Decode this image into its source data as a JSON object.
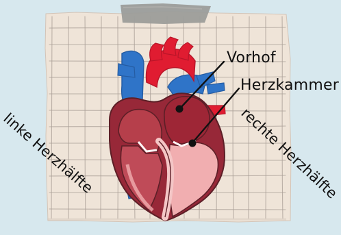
{
  "diagram": {
    "labels": {
      "atrium": "Vorhof",
      "ventricle": "Herzkammer",
      "left_half": "linke Herzhälfte",
      "right_half": "rechte Herzhälfte"
    }
  },
  "colors": {
    "background": "#d7e8ee",
    "paper": "#efe4d8",
    "grid": "#a89d95",
    "tape": "#9c9d9a",
    "heart_dark": "#8f2331",
    "heart_mid": "#b63f4b",
    "heart_light": "#f1aeb0",
    "artery": "#e01c31",
    "vein": "#2f74c8"
  }
}
